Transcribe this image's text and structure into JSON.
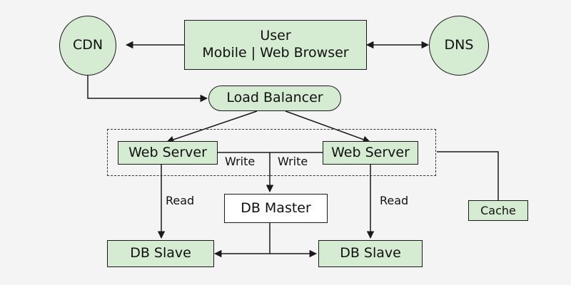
{
  "nodes": {
    "cdn": "CDN",
    "user_title": "User",
    "user_subtitle": "Mobile | Web Browser",
    "dns": "DNS",
    "load_balancer": "Load Balancer",
    "web_server_left": "Web Server",
    "web_server_right": "Web Server",
    "db_master": "DB Master",
    "db_slave_left": "DB Slave",
    "db_slave_right": "DB Slave",
    "cache": "Cache"
  },
  "edge_labels": {
    "write_left": "Write",
    "write_right": "Write",
    "read_left": "Read",
    "read_right": "Read"
  },
  "colors": {
    "node_fill": "#d5ebd2",
    "plain_fill": "#ffffff",
    "stroke": "#1a1a1a",
    "background": "#f4f4f4"
  }
}
